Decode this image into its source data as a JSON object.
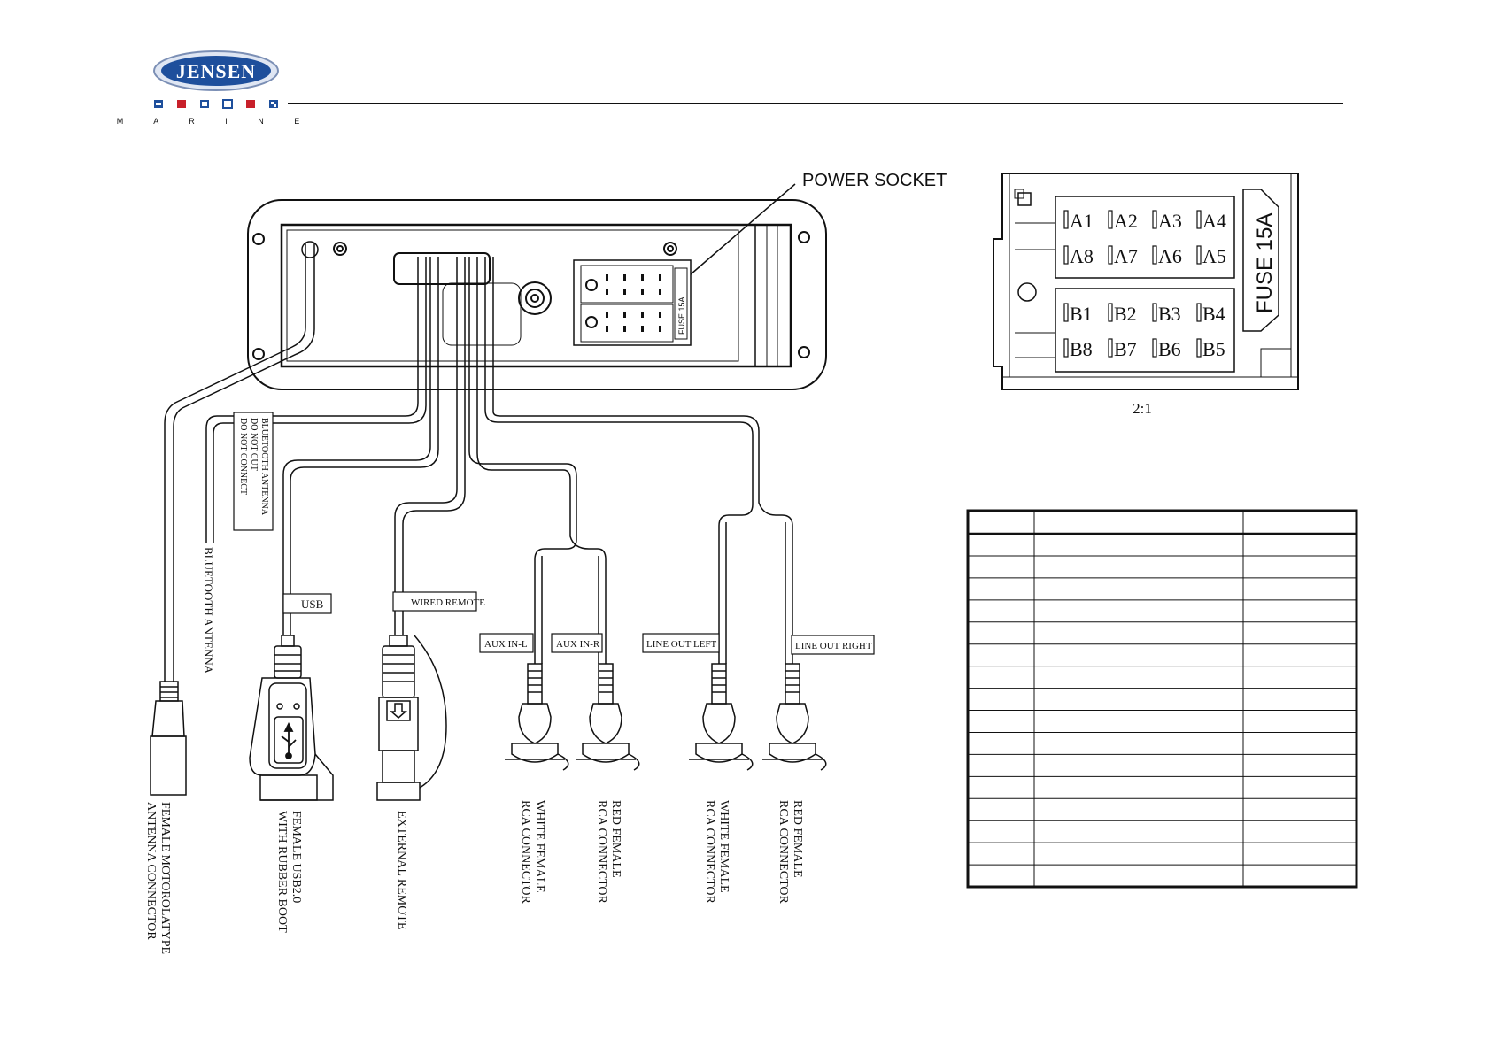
{
  "brand": {
    "logo_text": "JENSEN",
    "sub_text": "M A R I N E",
    "logo_color": "#1e4f9c",
    "flag_colors": [
      "#1e4f9c",
      "#c8202a"
    ]
  },
  "diagram": {
    "power_socket_label": "POWER SOCKET",
    "fuse_small_label": "FUSE 15A",
    "cables": {
      "bluetooth_tag": [
        "BLUETOOTH ANTENNA",
        "DO NOT CUT",
        "DO NOT CONNECT"
      ],
      "bluetooth_antenna": "BLUETOOTH ANTENNA",
      "usb_tag": "USB",
      "wired_remote_tag": "WIRED REMOTE",
      "aux_in_l_tag": "AUX IN-L",
      "aux_in_r_tag": "AUX IN-R",
      "line_out_left_tag": "LINE OUT LEFT",
      "line_out_right_tag": "LINE OUT RIGHT"
    },
    "connectors": {
      "antenna": [
        "FEMALE MOTOROLATYPE",
        "ANTENNA CONNECTOR"
      ],
      "usb": [
        "FEMALE USB2.0",
        "WITH RUBBER BOOT"
      ],
      "remote": [
        "EXTERNAL REMOTE"
      ],
      "aux_l": [
        "WHITE FEMALE",
        "RCA CONNECTOR"
      ],
      "aux_r": [
        "RED FEMALE",
        "RCA CONNECTOR"
      ],
      "line_l": [
        "WHITE FEMALE",
        "RCA CONNECTOR"
      ],
      "line_r": [
        "RED FEMALE",
        "RCA CONNECTOR"
      ]
    }
  },
  "pinout": {
    "row_a": [
      "A1",
      "A2",
      "A3",
      "A4"
    ],
    "row_a2": [
      "A8",
      "A7",
      "A6",
      "A5"
    ],
    "row_b": [
      "B1",
      "B2",
      "B3",
      "B4"
    ],
    "row_b2": [
      "B8",
      "B7",
      "B6",
      "B5"
    ],
    "fuse_label": "FUSE 15A",
    "scale": "2:1"
  },
  "table": {
    "empty_rows": 16
  }
}
